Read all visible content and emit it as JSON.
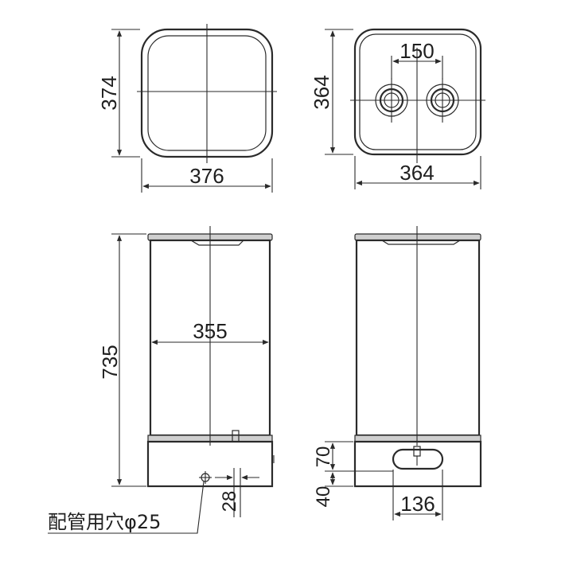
{
  "top_left_view": {
    "dim_height": "374",
    "dim_width": "376"
  },
  "top_right_view": {
    "dim_height": "364",
    "dim_width": "364",
    "dim_port_spacing": "150"
  },
  "front_view": {
    "dim_height": "735",
    "dim_inner_width": "355",
    "dim_hole_offset": "28",
    "hole_note": "配管用穴φ25"
  },
  "side_view": {
    "dim_opening_height": "70",
    "dim_base_offset": "40",
    "dim_opening_width": "136"
  }
}
